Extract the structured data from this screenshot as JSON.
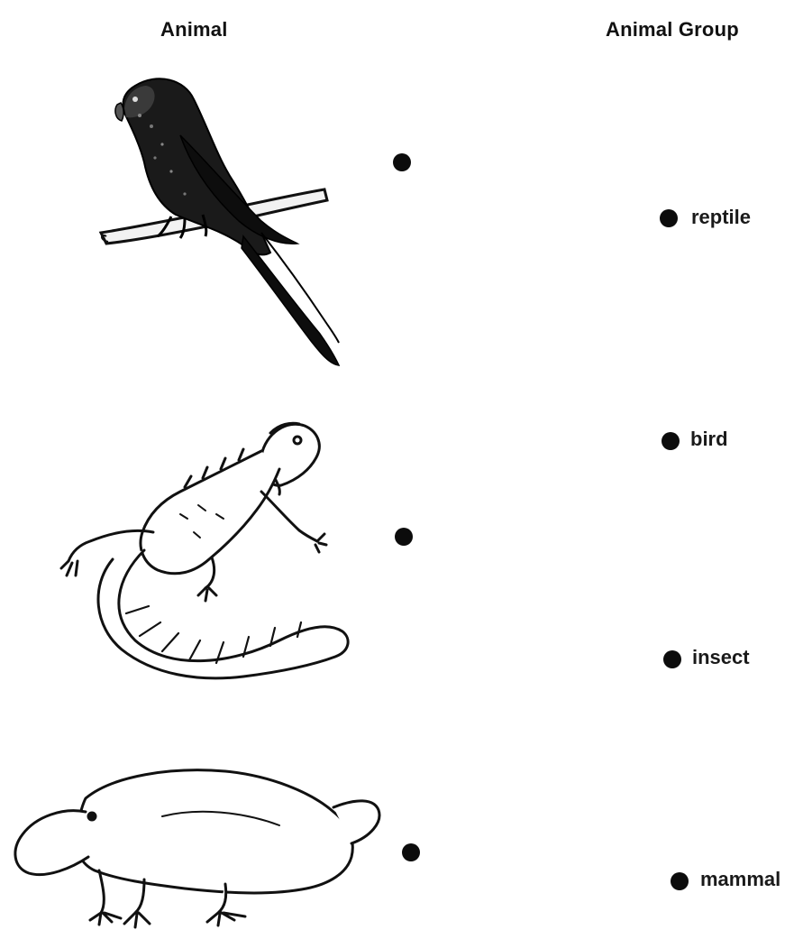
{
  "headers": {
    "animal": "Animal",
    "group": "Animal Group"
  },
  "animals": [
    {
      "name": "parrot",
      "icon": "parrot-icon"
    },
    {
      "name": "iguana",
      "icon": "iguana-icon"
    },
    {
      "name": "platypus",
      "icon": "platypus-icon"
    }
  ],
  "groups": [
    {
      "label": "reptile"
    },
    {
      "label": "bird"
    },
    {
      "label": "insect"
    },
    {
      "label": "mammal"
    }
  ]
}
